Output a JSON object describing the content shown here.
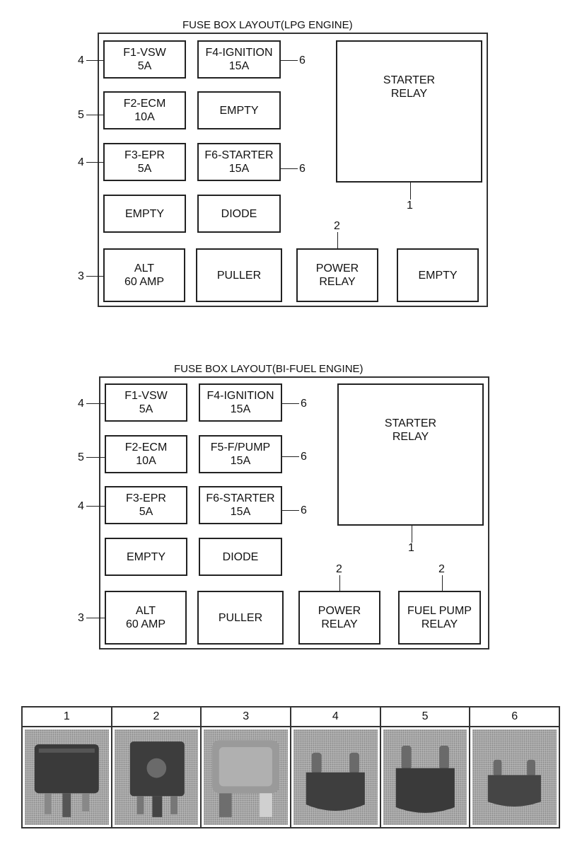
{
  "lpg": {
    "title": "FUSE BOX LAYOUT(LPG ENGINE)",
    "f1": [
      "F1-VSW",
      "5A"
    ],
    "f4": [
      "F4-IGNITION",
      "15A"
    ],
    "f2": [
      "F2-ECM",
      "10A"
    ],
    "empty_r2": [
      "EMPTY"
    ],
    "f3": [
      "F3-EPR",
      "5A"
    ],
    "f6": [
      "F6-STARTER",
      "15A"
    ],
    "empty_r4": [
      "EMPTY"
    ],
    "diode": [
      "DIODE"
    ],
    "alt": [
      "ALT",
      "60 AMP"
    ],
    "puller": [
      "PULLER"
    ],
    "power_relay": [
      "POWER",
      "RELAY"
    ],
    "empty_bottom": [
      "EMPTY"
    ],
    "starter_relay": [
      "STARTER",
      "RELAY"
    ],
    "callouts": {
      "f1": "4",
      "f4": "6",
      "f2": "5",
      "f3": "4",
      "f6": "6",
      "alt": "3",
      "power_relay": "2",
      "starter_relay": "1"
    }
  },
  "bifuel": {
    "title": "FUSE BOX LAYOUT(BI-FUEL ENGINE)",
    "f1": [
      "F1-VSW",
      "5A"
    ],
    "f4": [
      "F4-IGNITION",
      "15A"
    ],
    "f2": [
      "F2-ECM",
      "10A"
    ],
    "f5": [
      "F5-F/PUMP",
      "15A"
    ],
    "f3": [
      "F3-EPR",
      "5A"
    ],
    "f6": [
      "F6-STARTER",
      "15A"
    ],
    "empty_r4": [
      "EMPTY"
    ],
    "diode": [
      "DIODE"
    ],
    "alt": [
      "ALT",
      "60 AMP"
    ],
    "puller": [
      "PULLER"
    ],
    "power_relay": [
      "POWER",
      "RELAY"
    ],
    "fuel_pump_relay": [
      "FUEL PUMP",
      "RELAY"
    ],
    "starter_relay": [
      "STARTER",
      "RELAY"
    ],
    "callouts": {
      "f1": "4",
      "f4": "6",
      "f2": "5",
      "f5": "6",
      "f3": "4",
      "f6": "6",
      "alt": "3",
      "power_relay": "2",
      "fuel_pump_relay": "2",
      "starter_relay": "1"
    }
  },
  "legend": {
    "headers": [
      "1",
      "2",
      "3",
      "4",
      "5",
      "6"
    ],
    "images": [
      "starter-relay-photo",
      "power-relay-photo",
      "alt-fuse-photo",
      "mini-fuse-photo",
      "mini-fuse-photo",
      "mini-fuse-photo"
    ]
  }
}
